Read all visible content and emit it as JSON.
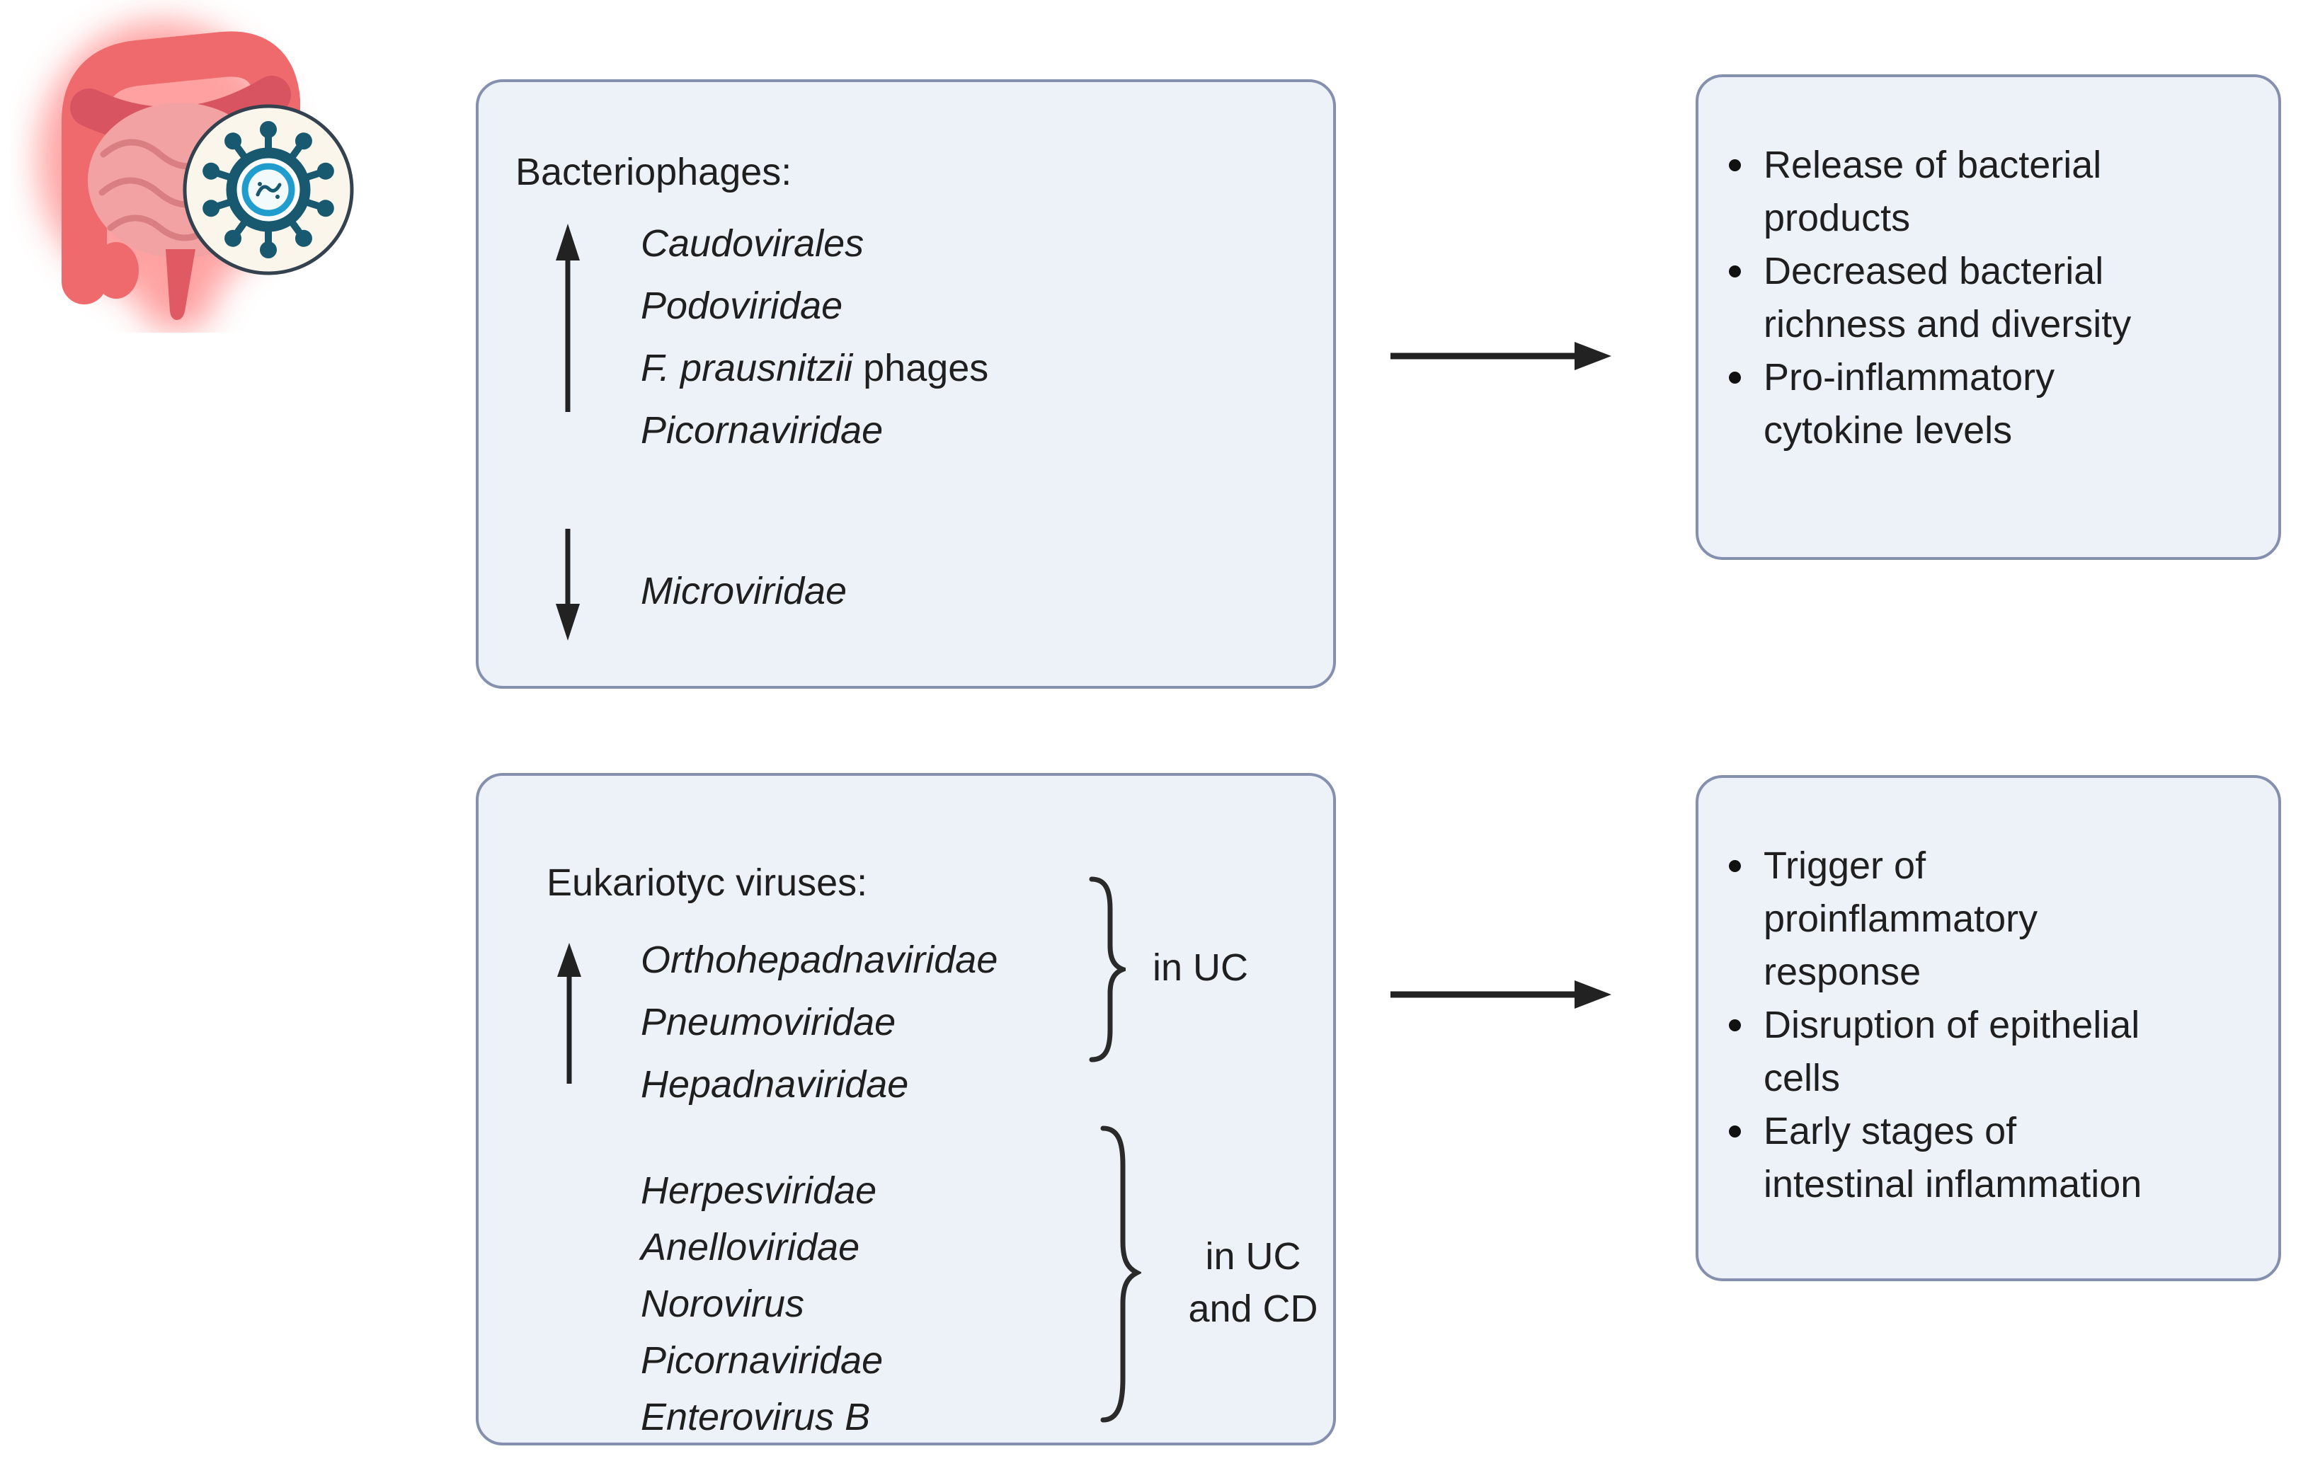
{
  "page": {
    "background": "#ffffff"
  },
  "colors": {
    "box_background": "#edf1f8",
    "box_border": "#8490ae",
    "text": "#1f1f1f",
    "arrow": "#222222",
    "intestine_red": "#ee6a6c",
    "intestine_dark_red": "#d85460",
    "intestine_light_pink": "#f2a2a2",
    "glow_red": "#ff4545",
    "badge_background": "#faf6eb",
    "badge_border": "#33424e",
    "virus_dark_teal": "#19596f",
    "virus_blue": "#209ccd"
  },
  "icons": {
    "gut": "intestine-icon",
    "virus": "virus-icon",
    "increase": "up-arrow-icon",
    "decrease": "down-arrow-icon",
    "flow": "right-arrow-icon",
    "grouping": "curly-brace-icon",
    "bullet": "bullet-dot-icon"
  },
  "bacteriophage_box": {
    "title": "Bacteriophages:",
    "increased": [
      {
        "italic": "Caudovirales",
        "plain": ""
      },
      {
        "italic": "Podoviridae",
        "plain": ""
      },
      {
        "italic": "F. prausnitzii",
        "plain": " phages"
      },
      {
        "italic": "Picornaviridae",
        "plain": ""
      }
    ],
    "decreased": [
      {
        "italic": "Microviridae",
        "plain": ""
      }
    ]
  },
  "bacteriophage_effects": {
    "bullets": [
      "Release of bacterial\nproducts",
      "Decreased bacterial\nrichness and diversity",
      "Pro-inflammatory\ncytokine levels"
    ]
  },
  "eukaryotic_box": {
    "title": "Eukariotyc viruses:",
    "uc_group": {
      "items": [
        {
          "italic": "Orthohepadnaviridae",
          "plain": ""
        },
        {
          "italic": "Pneumoviridae",
          "plain": ""
        },
        {
          "italic": "Hepadnaviridae",
          "plain": ""
        }
      ],
      "label": "in UC"
    },
    "uc_cd_group": {
      "items": [
        {
          "italic": "Herpesviridae",
          "plain": ""
        },
        {
          "italic": "Anelloviridae",
          "plain": ""
        },
        {
          "italic": "Norovirus",
          "plain": ""
        },
        {
          "italic": "Picornaviridae",
          "plain": ""
        },
        {
          "italic": "Enterovirus B",
          "plain": ""
        }
      ],
      "label": "in UC\nand CD"
    }
  },
  "eukaryotic_effects": {
    "bullets": [
      "Trigger of\nproinflammatory\nresponse",
      "Disruption of epithelial\ncells",
      "Early stages of\nintestinal inflammation"
    ]
  }
}
